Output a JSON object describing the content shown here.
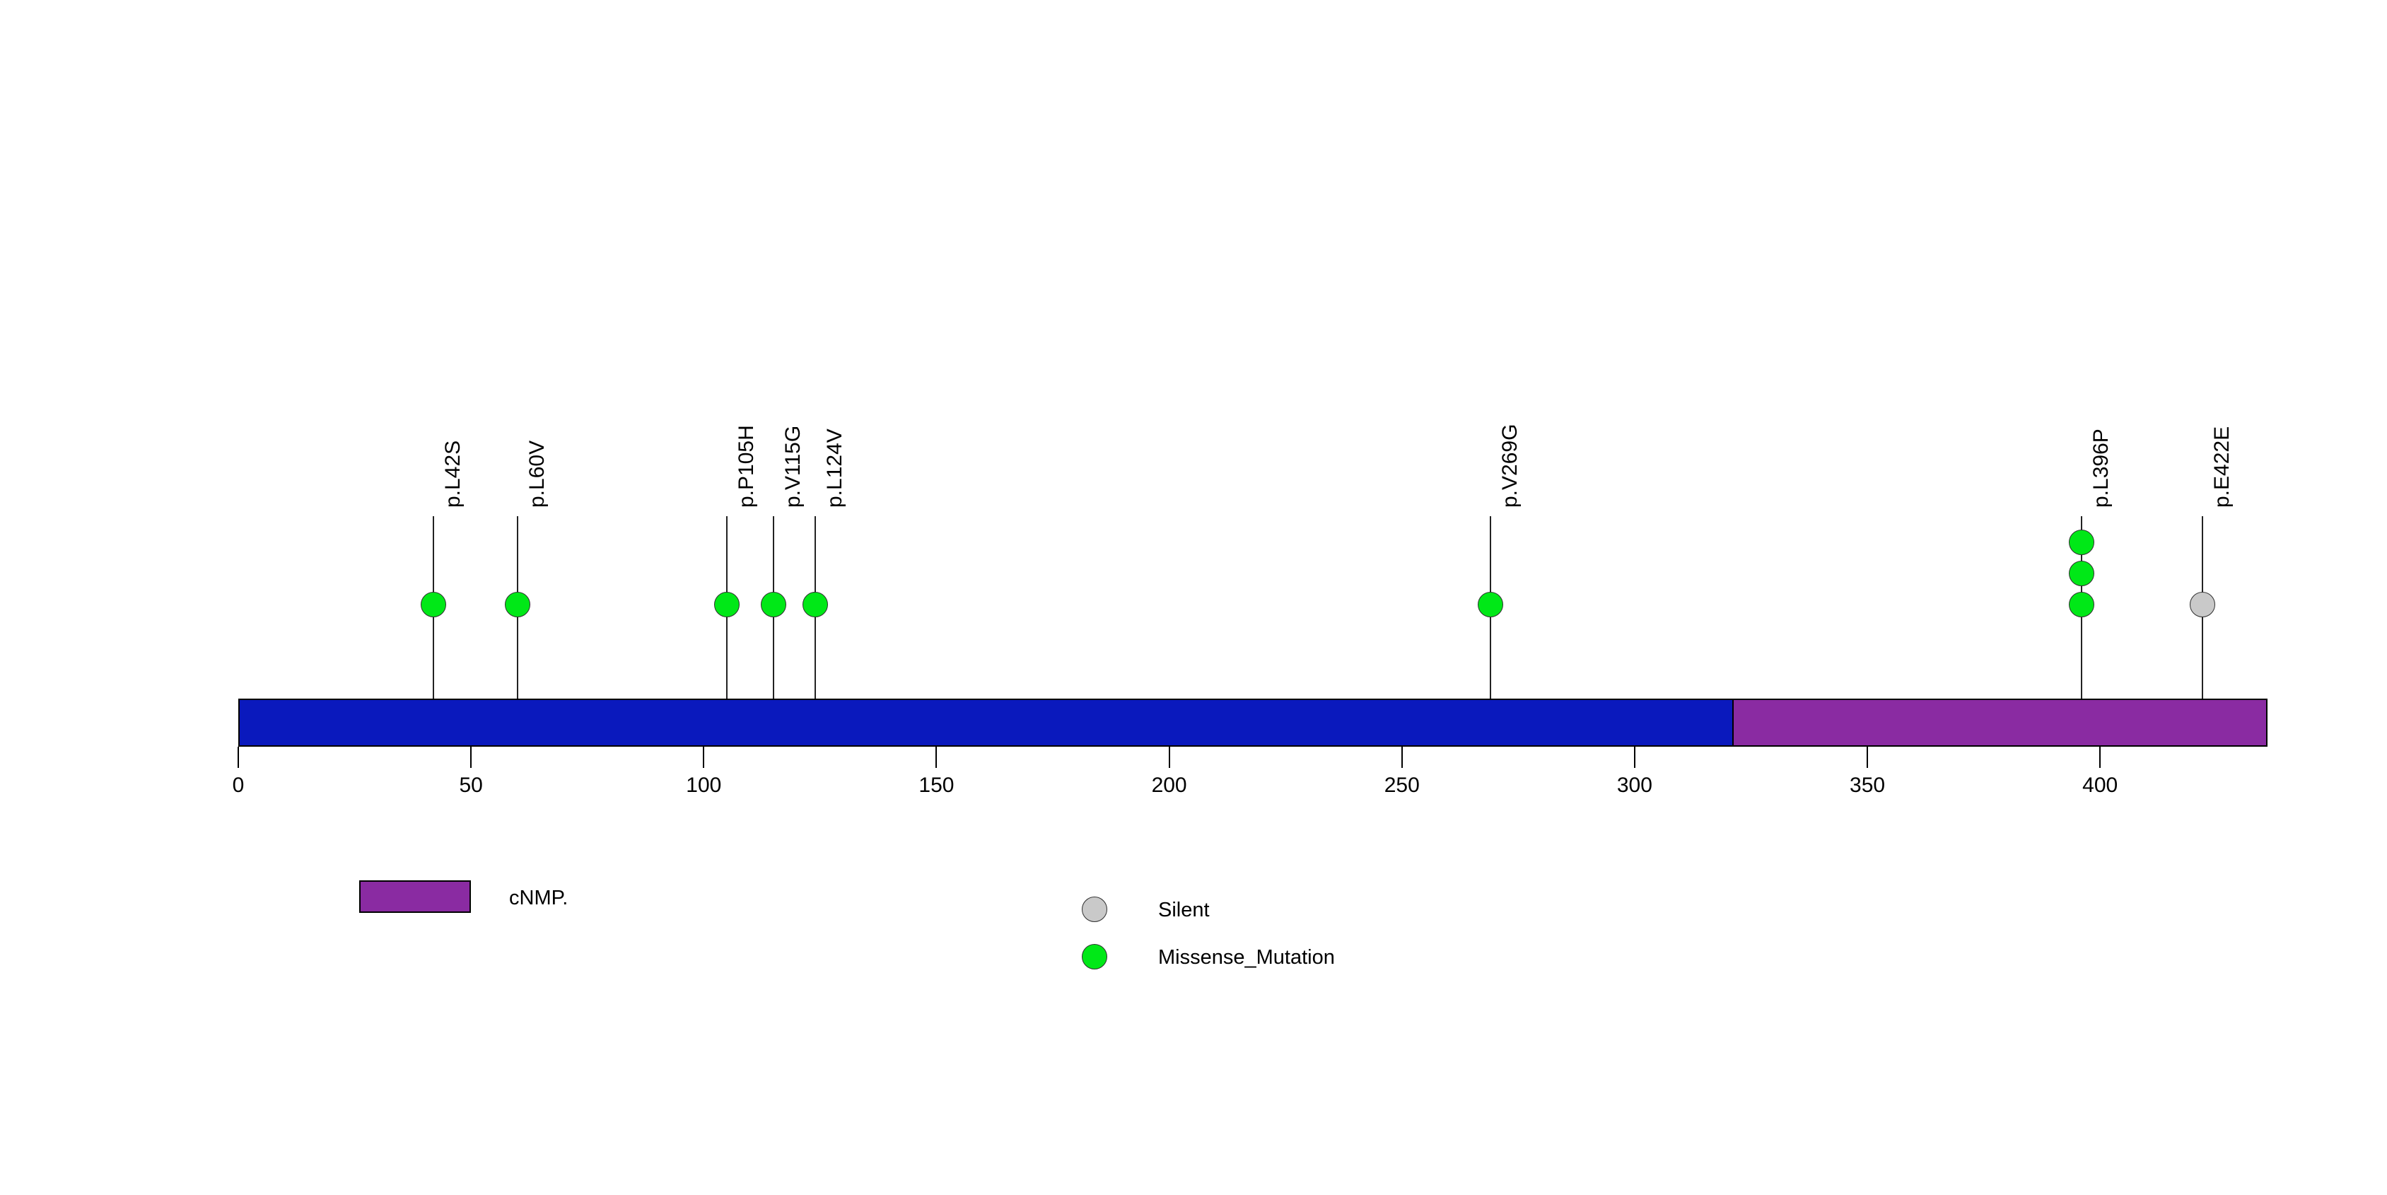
{
  "chart_data": {
    "type": "lollipop",
    "title": "",
    "xlabel": "",
    "ylabel": "",
    "xlim": [
      0,
      436
    ],
    "x_ticks": [
      0,
      50,
      100,
      150,
      200,
      250,
      300,
      350,
      400
    ],
    "x_tick_labels": [
      "0",
      "50",
      "100",
      "150",
      "200",
      "250",
      "300",
      "350",
      "400"
    ],
    "grid": false,
    "protein": {
      "length": 436,
      "backbone_color": "#0a19bd",
      "border_color": "#000000"
    },
    "domains": [
      {
        "name": "cNMP.",
        "start": 321,
        "end": 436,
        "color": "#8a2ba2"
      }
    ],
    "mutations": [
      {
        "label": "p.L42S",
        "position": 42,
        "count": 1,
        "type": "Missense_Mutation",
        "color": "#00e817"
      },
      {
        "label": "p.L60V",
        "position": 60,
        "count": 1,
        "type": "Missense_Mutation",
        "color": "#00e817"
      },
      {
        "label": "p.P105H",
        "position": 105,
        "count": 1,
        "type": "Missense_Mutation",
        "color": "#00e817"
      },
      {
        "label": "p.V115G",
        "position": 115,
        "count": 1,
        "type": "Missense_Mutation",
        "color": "#00e817"
      },
      {
        "label": "p.L124V",
        "position": 124,
        "count": 1,
        "type": "Missense_Mutation",
        "color": "#00e817"
      },
      {
        "label": "p.V269G",
        "position": 269,
        "count": 1,
        "type": "Missense_Mutation",
        "color": "#00e817"
      },
      {
        "label": "p.L396P",
        "position": 396,
        "count": 3,
        "type": "Missense_Mutation",
        "color": "#00e817"
      },
      {
        "label": "p.E422E",
        "position": 422,
        "count": 1,
        "type": "Silent",
        "color": "#c9c9c9"
      }
    ],
    "legend_position": "bottom",
    "legends": {
      "domain_legend": [
        {
          "label": "cNMP.",
          "color": "#8a2ba2",
          "shape": "rect"
        }
      ],
      "mutation_legend": [
        {
          "label": "Silent",
          "color": "#c9c9c9",
          "shape": "circle"
        },
        {
          "label": "Missense_Mutation",
          "color": "#00e817",
          "shape": "circle"
        }
      ]
    }
  },
  "colors": {
    "backbone": "#0a19bd",
    "domain": "#8a2ba2",
    "missense": "#00e817",
    "silent": "#c9c9c9",
    "outline": "#000000",
    "background": "#ffffff"
  }
}
